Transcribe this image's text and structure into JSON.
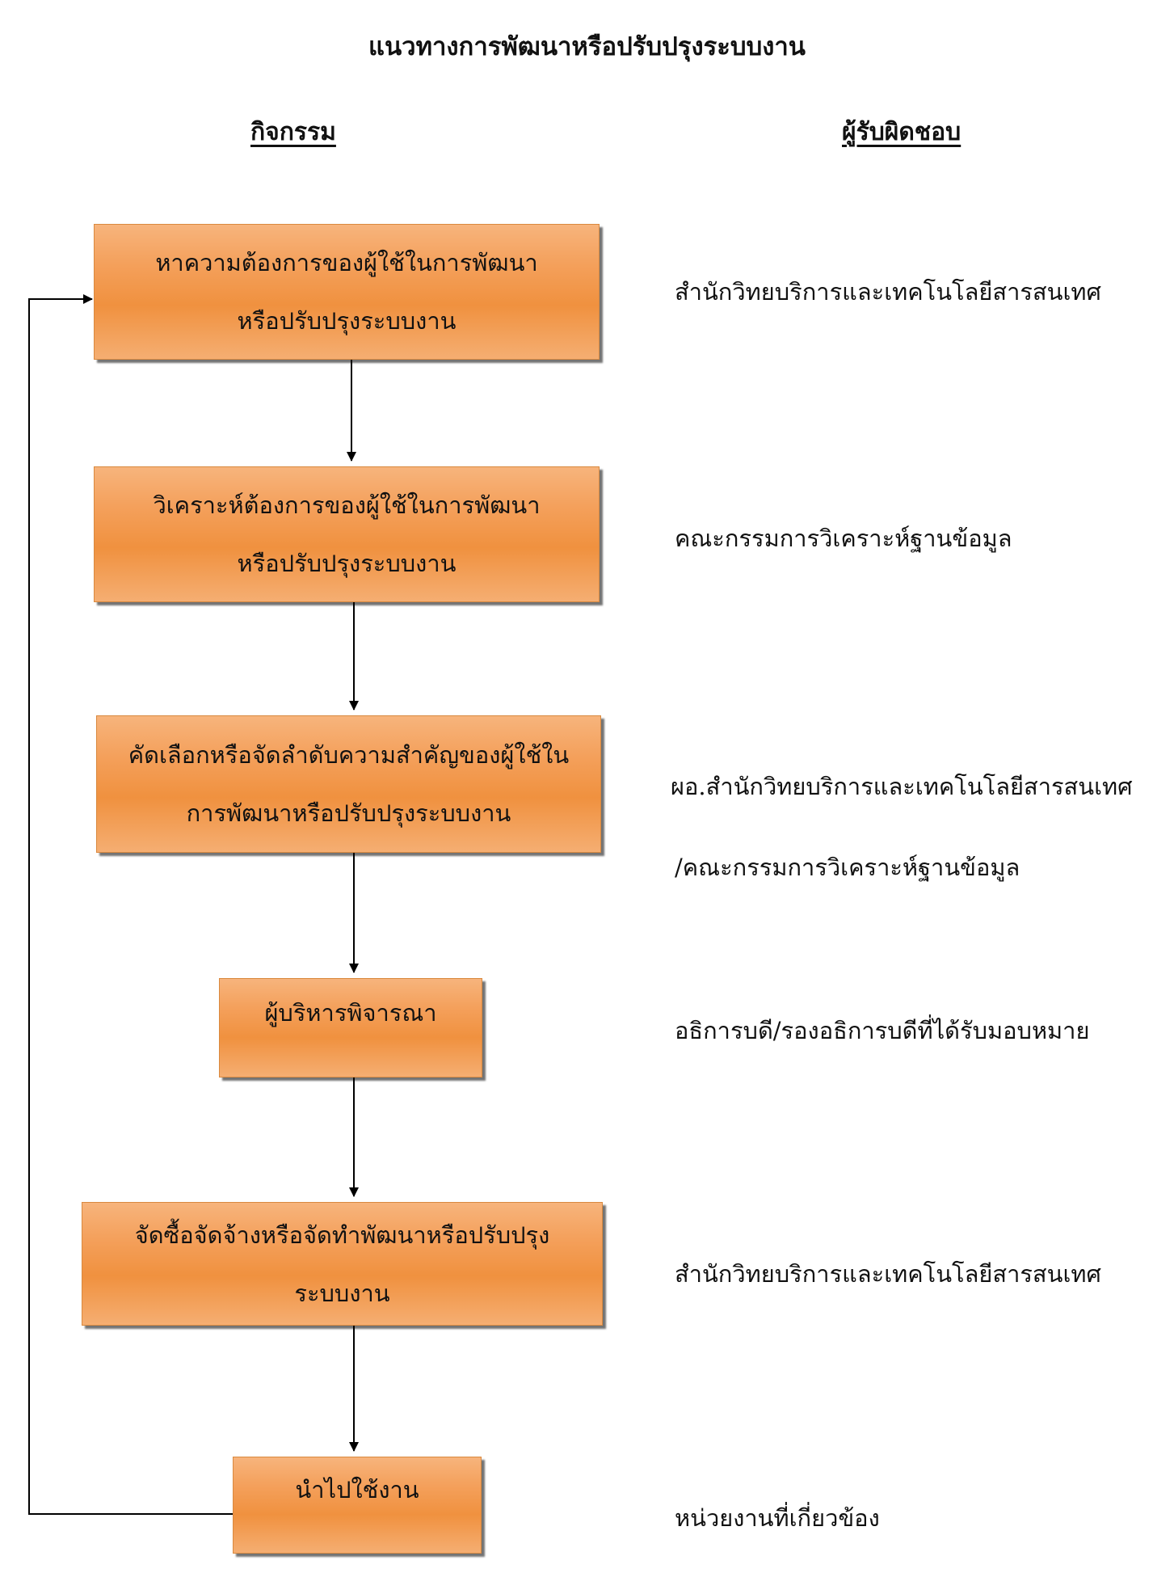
{
  "title": "แนวทางการพัฒนาหรือปรับปรุงระบบงาน",
  "headers": {
    "activity": "กิจกรรม",
    "responsible": "ผู้รับผิดชอบ"
  },
  "steps": [
    {
      "lines": [
        "หาความต้องการของผู้ใช้ในการพัฒนา",
        "หรือปรับปรุงระบบงาน"
      ],
      "responsible": [
        "สำนักวิทยบริการและเทคโนโลยีสารสนเทศ"
      ]
    },
    {
      "lines": [
        "วิเคราะห์ต้องการของผู้ใช้ในการพัฒนา",
        "หรือปรับปรุงระบบงาน"
      ],
      "responsible": [
        "คณะกรรมการวิเคราะห์ฐานข้อมูล"
      ]
    },
    {
      "lines": [
        "คัดเลือกหรือจัดลำดับความสำคัญของผู้ใช้ใน",
        "การพัฒนาหรือปรับปรุงระบบงาน"
      ],
      "responsible": [
        "ผอ.สำนักวิทยบริการและเทคโนโลยีสารสนเทศ",
        "/คณะกรรมการวิเคราะห์ฐานข้อมูล"
      ]
    },
    {
      "lines": [
        "ผู้บริหารพิจารณา"
      ],
      "responsible": [
        "อธิการบดี/รองอธิการบดีที่ได้รับมอบหมาย"
      ]
    },
    {
      "lines": [
        "จัดซื้อจัดจ้างหรือจัดทำพัฒนาหรือปรับปรุง",
        "ระบบงาน"
      ],
      "responsible": [
        "สำนักวิทยบริการและเทคโนโลยีสารสนเทศ"
      ]
    },
    {
      "lines": [
        "นำไปใช้งาน"
      ],
      "responsible": [
        "หน่วยงานที่เกี่ยวข้อง"
      ]
    }
  ],
  "colors": {
    "box_fill": "#f0913f",
    "box_border": "#d9893f",
    "line": "#000000"
  }
}
